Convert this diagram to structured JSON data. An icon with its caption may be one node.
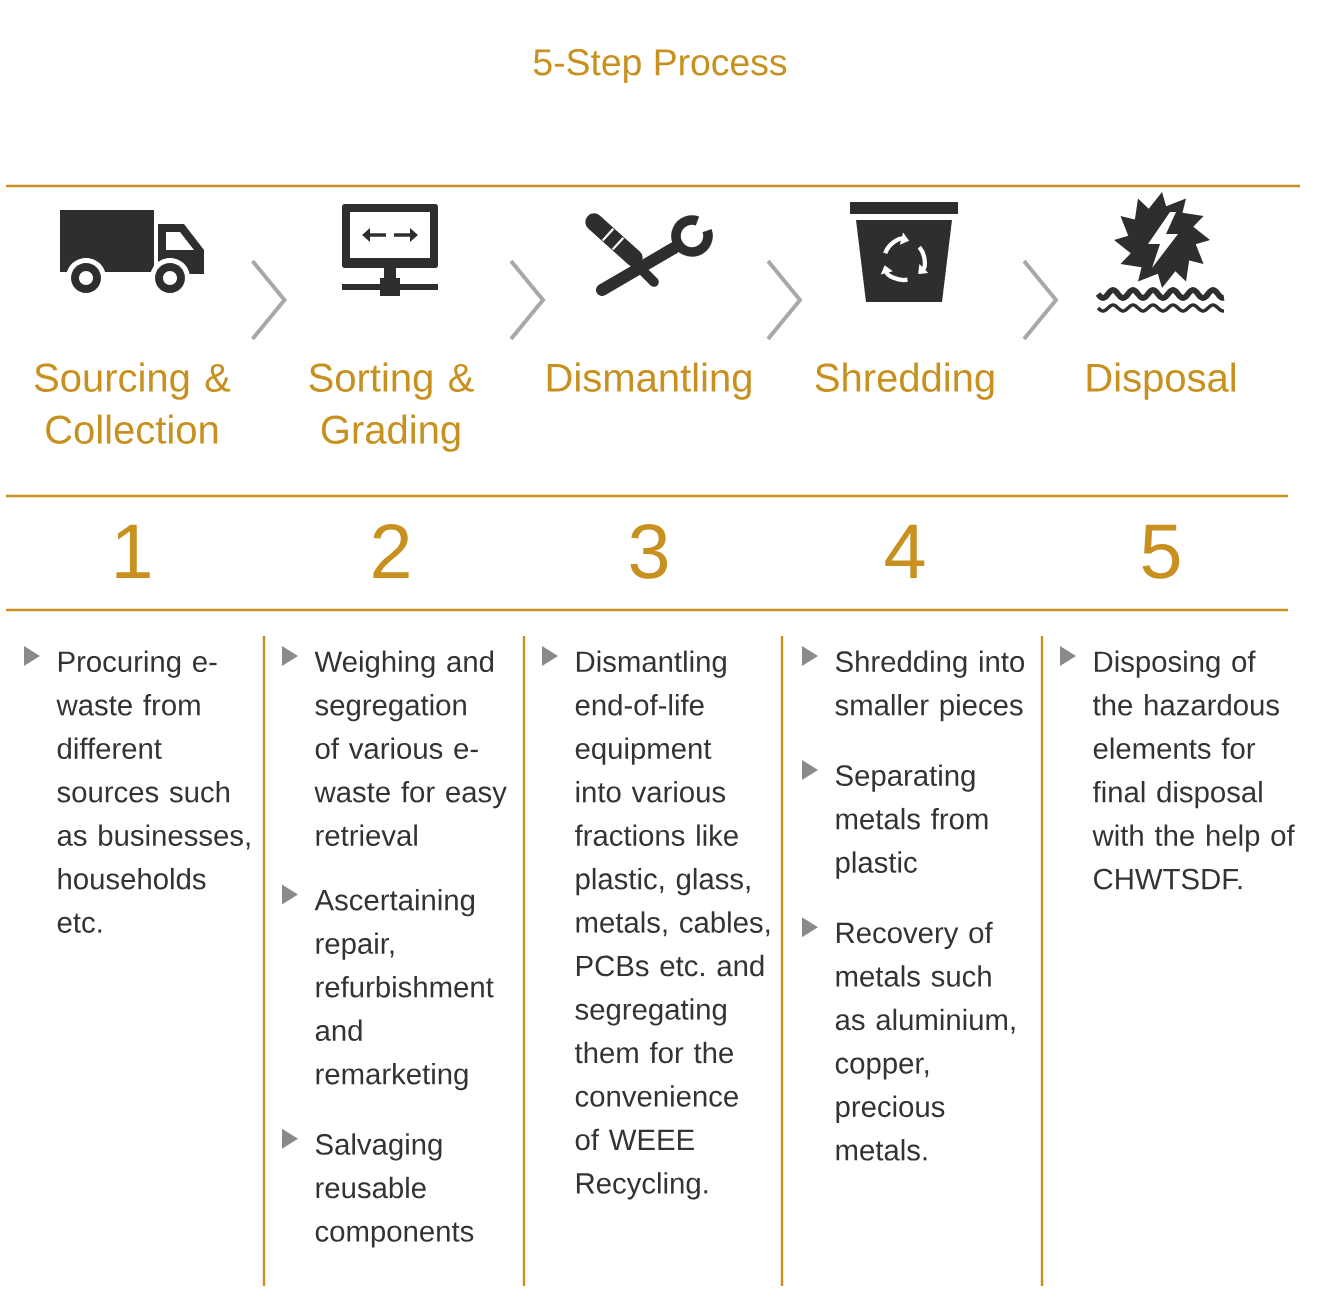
{
  "diagram": {
    "title": "5-Step Process",
    "nodes": [
      {
        "text": [],
        "shape": "picture",
        "beside": [
          "Sourcing & Collection"
        ]
      },
      {
        "text": [],
        "shape": "picture",
        "beside": [
          "Sorting & Grading"
        ]
      },
      {
        "text": [],
        "shape": "picture",
        "beside": [
          "Dismantling"
        ]
      },
      {
        "text": [],
        "shape": "picture",
        "beside": [
          "Shredding"
        ]
      },
      {
        "text": [],
        "shape": "picture",
        "beside": [
          "Disposal"
        ]
      }
    ],
    "edges": [
      {
        "from": 0,
        "to": 1,
        "arrow": "to"
      },
      {
        "from": 1,
        "to": 2,
        "arrow": "to"
      },
      {
        "from": 2,
        "to": 3,
        "arrow": "to"
      },
      {
        "from": 3,
        "to": 4,
        "arrow": "to"
      }
    ],
    "labels": [
      "1",
      "2",
      "3",
      "4",
      "5",
      "Procuring e-waste from different sources such as businesses, households etc.",
      "Weighing and segregation of various e-waste for easy retrieval",
      "Ascertaining repair, refurbishment and remarketing",
      "Salvaging reusable components",
      "Dismantling end-of-life equipment into various fractions like plastic, glass, metals, cables, PCBs etc. and segregating them for the convenience of WEEE Recycling.",
      "Shredding into smaller pieces",
      "Separating metals from plastic",
      "Recovery of metals such as aluminium, copper, precious metals.",
      "Disposing of the hazardous elements for final disposal with the help of CHWTSDF."
    ]
  }
}
